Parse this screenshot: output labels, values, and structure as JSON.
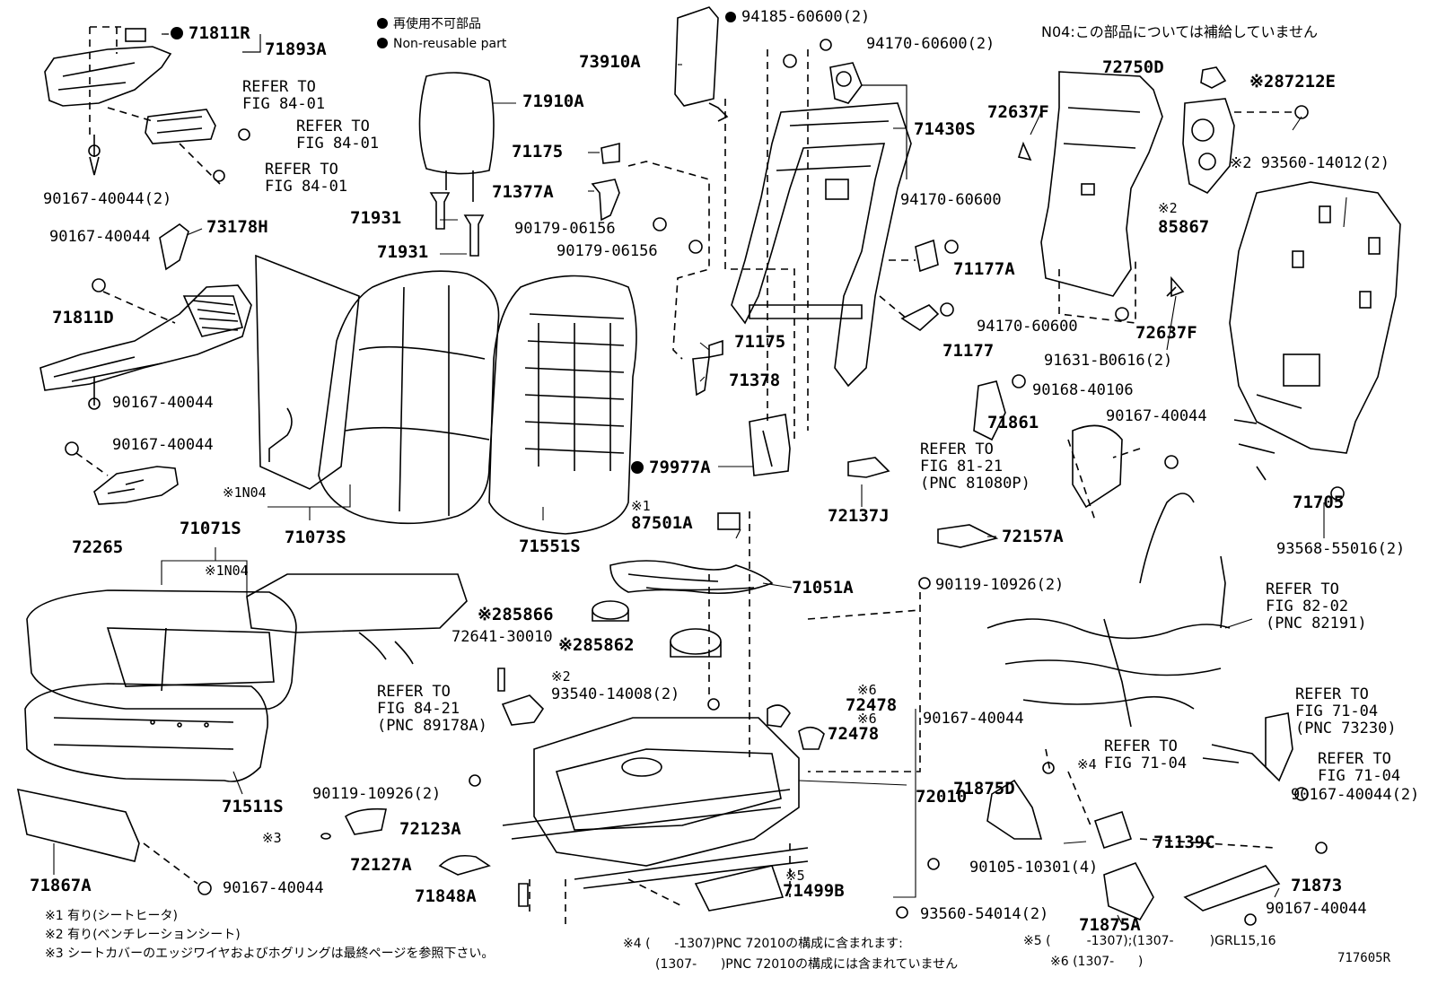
{
  "legend": {
    "non_reusable_jp": "再使用不可部品",
    "non_reusable_en": "Non-reusable part",
    "n04_note": "N04:この部品については補給していません"
  },
  "parts": {
    "p71811R": "71811R",
    "p71893A": "71893A",
    "ref8401a": "REFER TO\nFIG 84-01",
    "ref8401b": "REFER TO\nFIG 84-01",
    "ref8401c": "REFER TO\nFIG 84-01",
    "p90167_40044_2_a": "90167-40044(2)",
    "p73178H": "73178H",
    "p90167_40044_a": "90167-40044",
    "p71811D": "71811D",
    "p90167_40044_b": "90167-40044",
    "p90167_40044_c": "90167-40044",
    "p72265": "72265",
    "p71910A": "71910A",
    "p71931a": "71931",
    "p71931b": "71931",
    "p73910A": "73910A",
    "p94185": "94185-60600(2)",
    "p94170_2": "94170-60600(2)",
    "p71175a": "71175",
    "p71377A": "71377A",
    "p90179a": "90179-06156",
    "p90179b": "90179-06156",
    "p71430S": "71430S",
    "p72637Fa": "72637F",
    "p72750D": "72750D",
    "p87212E": "87212E",
    "p93560_14012": "93560-14012(2)",
    "p85867": "85867",
    "p94170_a": "94170-60600",
    "p71177A": "71177A",
    "p94170_b": "94170-60600",
    "p71177": "71177",
    "p91631": "91631-B0616(2)",
    "p72637Fb": "72637F",
    "p71175b": "71175",
    "p71378": "71378",
    "p90168": "90168-40106",
    "ref8121": "REFER TO\nFIG 81-21\n(PNC 81080P)",
    "p71861": "71861",
    "p90167_40044_d": "90167-40044",
    "p71705": "71705",
    "p93568": "93568-55016(2)",
    "p79977A": "79977A",
    "p72137J": "72137J",
    "p72157A": "72157A",
    "p71073S": "71073S",
    "n04a": "N04",
    "p71551S": "71551S",
    "p87501A": "87501A",
    "p71071S": "71071S",
    "n04b": "N04",
    "p71051A": "71051A",
    "p90119_a": "90119-10926(2)",
    "ref8202": "REFER TO\nFIG 82-02\n(PNC 82191)",
    "p85866": "85866",
    "p85862": "85862",
    "p72641": "72641-30010",
    "ref8421": "REFER TO\nFIG 84-21\n(PNC 89178A)",
    "p93540": "93540-14008(2)",
    "p72478a": "72478",
    "p72478b": "72478",
    "p90167_40044_e": "90167-40044",
    "ref7104a": "REFER TO\nFIG 71-04\n(PNC 73230)",
    "ref7104b": "REFER TO\nFIG 71-04",
    "ref7104c": "REFER TO\nFIG 71-04",
    "p90167_40044_2_b": "90167-40044(2)",
    "p71511S": "71511S",
    "p90119_b": "90119-10926(2)",
    "p72123A": "72123A",
    "p71875D": "71875D",
    "p72010": "72010",
    "p71139C": "71139C",
    "p72127A": "72127A",
    "p71848A": "71848A",
    "p71499B": "71499B",
    "p90105": "90105-10301(4)",
    "p71873": "71873",
    "p71867A": "71867A",
    "p90167_40044_f": "90167-40044",
    "p93560_54014": "93560-54014(2)",
    "p71875A": "71875A",
    "p90167_40044_g": "90167-40044"
  },
  "marks": {
    "m1": "※1",
    "m1b": "※1",
    "m1c": "※1",
    "m2a": "※2",
    "m2b": "※2",
    "m2c": "※2",
    "m2d": "※2",
    "m2e": "※2",
    "m2f": "※2",
    "m3": "※3",
    "m4": "※4",
    "m5": "※5",
    "m6a": "※6",
    "m6b": "※6"
  },
  "footnotes": {
    "f1": "※1 有り(シートヒータ)",
    "f2": "※2 有り(ベンチレーションシート)",
    "f3": "※3 シートカバーのエッジワイヤおよびホグリングは最終ページを参照下さい。",
    "f4a": "※4 (      -1307)PNC 72010の構成に含まれます:",
    "f4b": "(1307-      )PNC 72010の構成には含まれていません",
    "f5": "※5 (         -1307);(1307-         )GRL15,16",
    "f6": "※6 (1307-      )",
    "code": "717605R"
  }
}
